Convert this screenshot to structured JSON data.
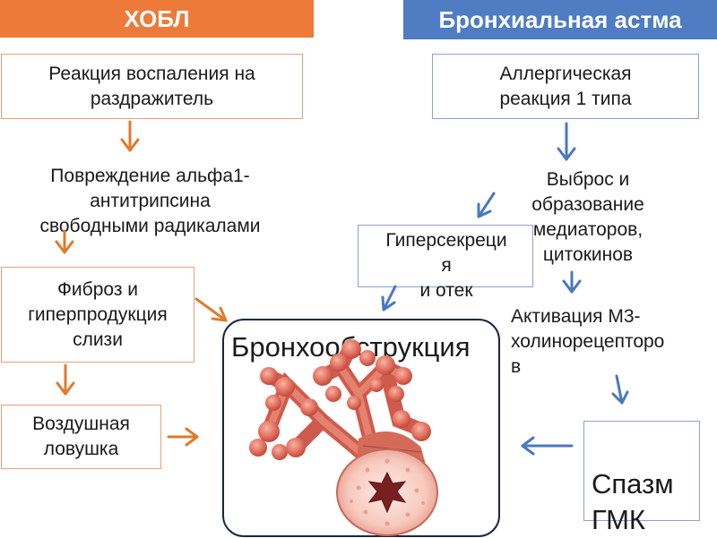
{
  "headers": {
    "copd": "ХОБЛ",
    "asthma": "Бронхиальная астма"
  },
  "copd": {
    "inflammation": "Реакция воспаления на\nраздражитель",
    "antitrypsin": "Повреждение альфа1-\nантитрипсина\nсвободными радикалами",
    "fibrosis": "Фиброз и\nгиперпродукция\nслизи",
    "air_trap": "Воздушная\nловушка"
  },
  "asthma": {
    "allergy": "Аллергическая\nреакция 1 типа",
    "mediators": "Выброс и\nобразование\nмедиаторов,\nцитокинов",
    "hypersecretion": "Гиперсекреци\nя\nи отек",
    "m3": "Активация М3-\nхолинорецепторо\nв",
    "spasm": "Спазм\nГМК"
  },
  "center": {
    "title": "Бронхообструкция"
  },
  "colors": {
    "copd_accent": "#ee7a3a",
    "asthma_accent": "#4f7cc2"
  },
  "icons": {
    "center_image": "bronchus-illustration"
  }
}
